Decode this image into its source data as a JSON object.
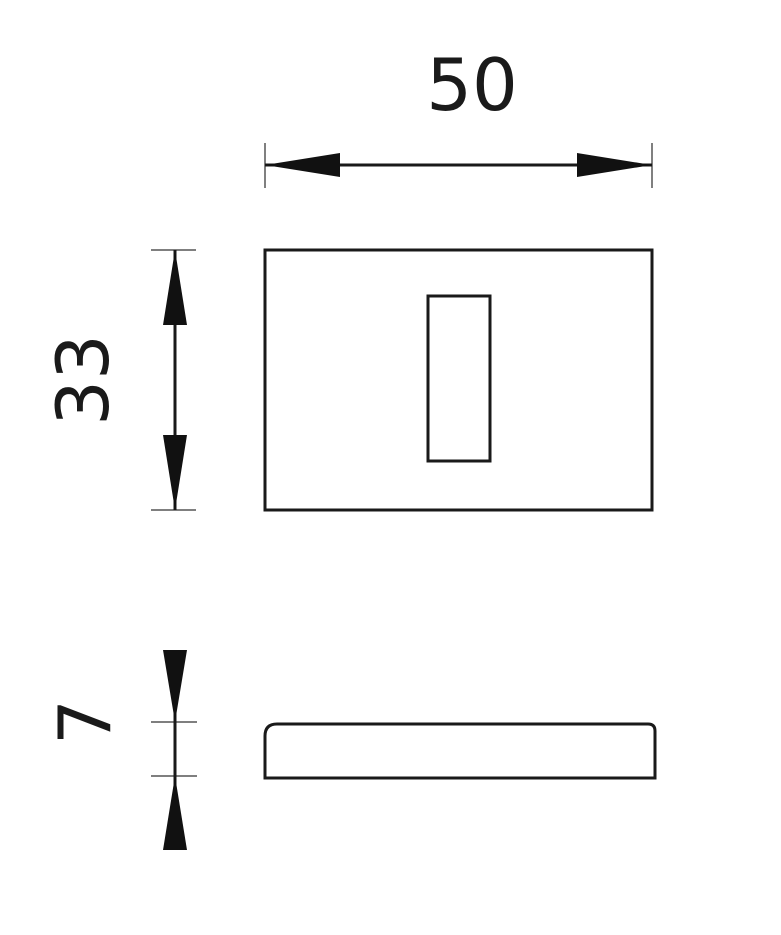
{
  "dimensions": {
    "width": "50",
    "height": "33",
    "thickness": "7"
  },
  "colors": {
    "stroke": "#1a1a1a",
    "background": "#ffffff"
  }
}
